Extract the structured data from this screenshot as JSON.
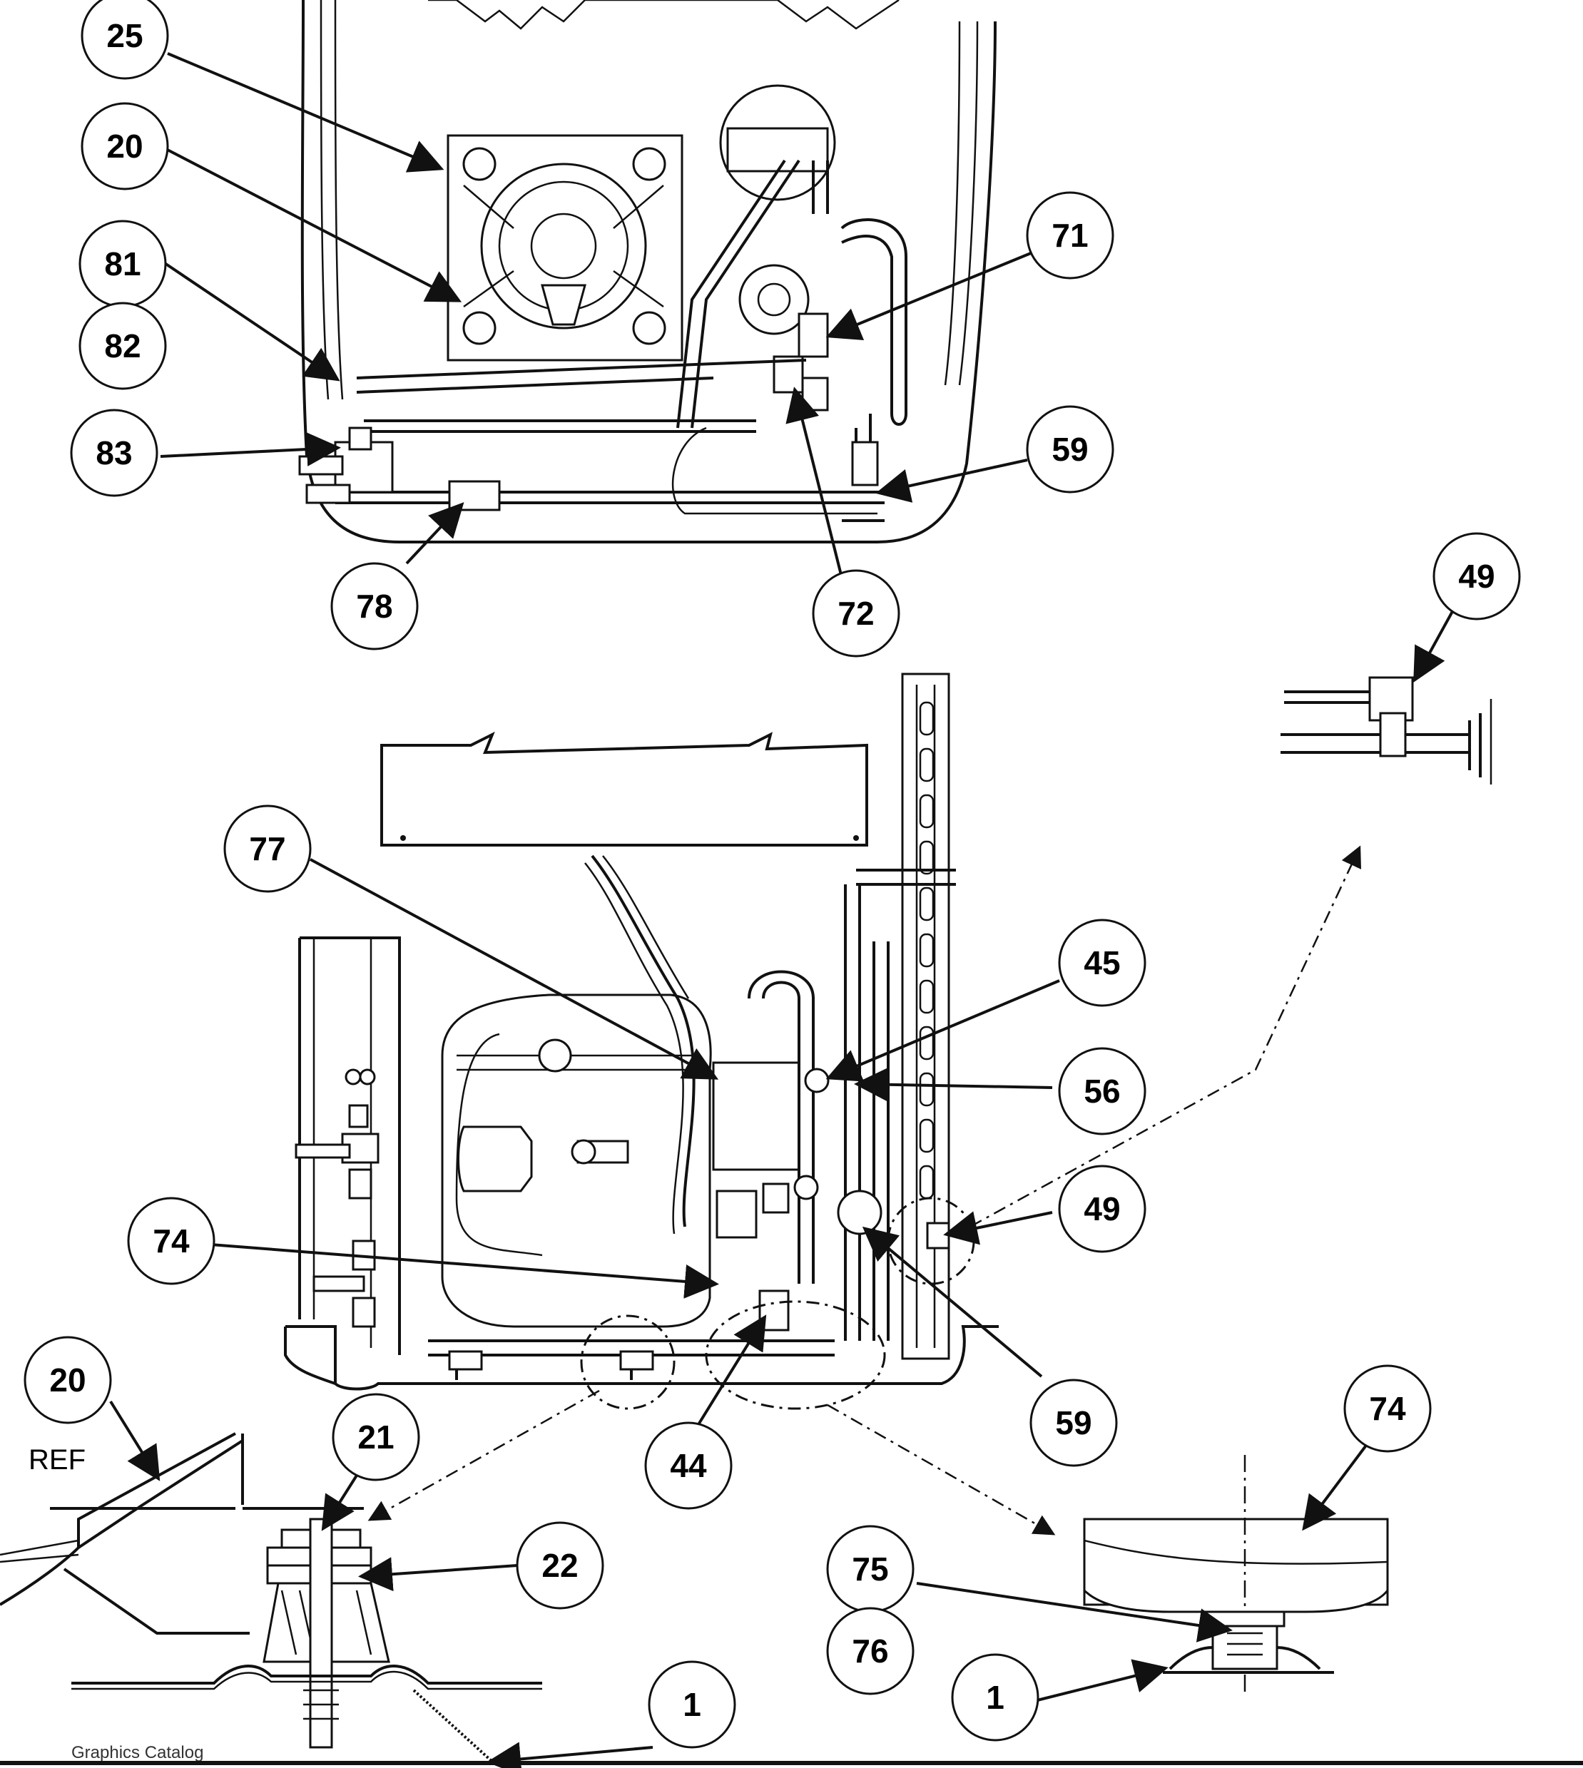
{
  "callouts": [
    {
      "id": "c25",
      "label": "25"
    },
    {
      "id": "c20a",
      "label": "20"
    },
    {
      "id": "c81",
      "label": "81"
    },
    {
      "id": "c82",
      "label": "82"
    },
    {
      "id": "c83",
      "label": "83"
    },
    {
      "id": "c78",
      "label": "78"
    },
    {
      "id": "c72",
      "label": "72"
    },
    {
      "id": "c71",
      "label": "71"
    },
    {
      "id": "c59a",
      "label": "59"
    },
    {
      "id": "c49a",
      "label": "49"
    },
    {
      "id": "c77",
      "label": "77"
    },
    {
      "id": "c45",
      "label": "45"
    },
    {
      "id": "c56",
      "label": "56"
    },
    {
      "id": "c49b",
      "label": "49"
    },
    {
      "id": "c74a",
      "label": "74"
    },
    {
      "id": "c59b",
      "label": "59"
    },
    {
      "id": "c44",
      "label": "44"
    },
    {
      "id": "c20b",
      "label": "20"
    },
    {
      "id": "c21",
      "label": "21"
    },
    {
      "id": "c22",
      "label": "22"
    },
    {
      "id": "c1a",
      "label": "1"
    },
    {
      "id": "c74b",
      "label": "74"
    },
    {
      "id": "c75",
      "label": "75"
    },
    {
      "id": "c76",
      "label": "76"
    },
    {
      "id": "c1b",
      "label": "1"
    }
  ],
  "ref_label": "REF",
  "footer": {
    "left": "Graphics Catalog"
  }
}
